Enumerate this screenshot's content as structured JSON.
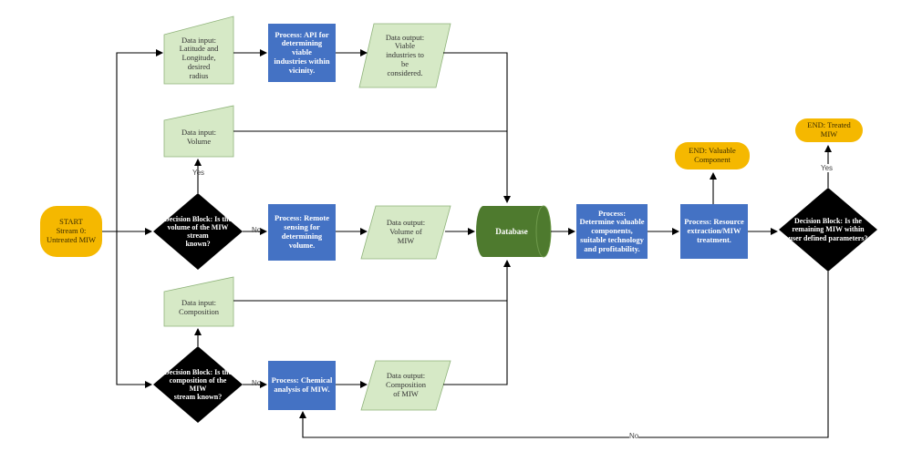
{
  "colors": {
    "terminal": "#f5b800",
    "process": "#4472c4",
    "decision": "#000000",
    "data": "#d6e9c6",
    "database": "#4e7a2e",
    "edge": "#000000"
  },
  "nodes": {
    "start": "START\nStream 0:\nUntreated MIW",
    "input_latlong": "Data input:\nLatitude and\nLongitude, desired\nradius",
    "process_api": "Process: API for\ndetermining viable\nindustries within\nvicinity.",
    "output_industries": "Data output:\nViable\nindustries to\nbe\nconsidered.",
    "input_volume": "Data input: Volume",
    "decision_volume": "Decision Block: Is the\nvolume of the MIW stream\nknown?",
    "process_remote": "Process: Remote\nsensing for\ndetermining\nvolume.",
    "output_volume": "Data output:\nVolume of\nMIW",
    "database": "Database",
    "process_determine": "Process:\nDetermine valuable\ncomponents,\nsuitable technology\nand profitability.",
    "process_resource": "Process: Resource\nextraction/MIW\ntreatment.",
    "end_valuable": "END: Valuable\nComponent",
    "decision_remaining": "Decision Block: Is the\nremaining MIW within\nuser defined parameters?",
    "end_treated": "END: Treated MIW",
    "input_composition": "Data input:\nComposition",
    "decision_composition": "Decision Block: Is the\ncomposition of the MIW\nstream known?",
    "process_chemical": "Process: Chemical\nanalysis of MIW.",
    "output_composition": "Data output:\nComposition\nof MIW"
  },
  "edge_labels": {
    "yes_volume": "Yes",
    "no_volume": "No",
    "no_composition": "No",
    "yes_remaining": "Yes",
    "no_remaining": "No"
  }
}
